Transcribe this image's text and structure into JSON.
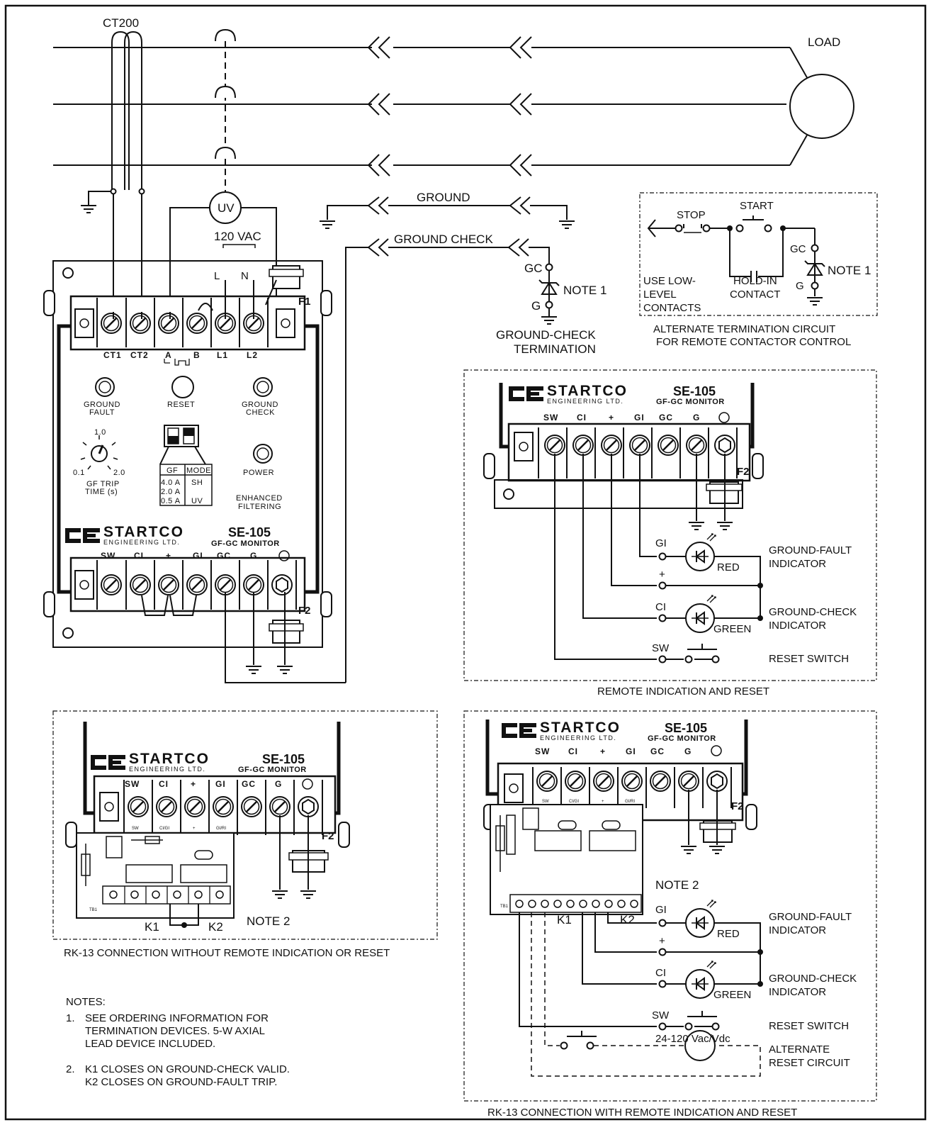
{
  "main": {
    "ct200": "CT200",
    "load": "LOAD",
    "uv": "UV",
    "vac120": "120 VAC",
    "L": "L",
    "N": "N",
    "ground": "GROUND",
    "ground_check": "GROUND CHECK",
    "gc": "GC",
    "g": "G",
    "note1": "NOTE 1",
    "gc_termination_1": "GROUND-CHECK",
    "gc_termination_2": "TERMINATION",
    "f1": "F1",
    "f2": "F2"
  },
  "unit": {
    "top_terminals": [
      "CT1",
      "CT2",
      "A",
      "B",
      "L1",
      "L2"
    ],
    "ground_fault_1": "GROUND",
    "ground_fault_2": "FAULT",
    "reset": "RESET",
    "ground_check_1": "GROUND",
    "ground_check_2": "CHECK",
    "dial_10": "1.0",
    "dial_01": "0.1",
    "dial_20": "2.0",
    "trip_1": "GF TRIP",
    "trip_2": "TIME (s)",
    "power": "POWER",
    "gf_head": "GF",
    "mode_head": "MODE",
    "gf_vals": [
      "4.0 A",
      "2.0 A",
      "0.5 A"
    ],
    "mode_vals": [
      "SH",
      "",
      "UV"
    ],
    "enh_1": "ENHANCED",
    "enh_2": "FILTERING",
    "brand": "STARTCO",
    "brand_sub": "ENGINEERING LTD.",
    "model": "SE-105",
    "model_sub": "GF-GC MONITOR",
    "bottom_terminals": [
      "SW",
      "CI",
      "+",
      "GI",
      "GC",
      "G"
    ]
  },
  "alt_termination": {
    "stop": "STOP",
    "start": "START",
    "use_low_1": "USE LOW-",
    "use_low_2": "LEVEL",
    "use_low_3": "CONTACTS",
    "hold_1": "HOLD-IN",
    "hold_2": "CONTACT",
    "gc": "GC",
    "g": "G",
    "note1": "NOTE 1",
    "caption_1": "ALTERNATE TERMINATION CIRCUIT",
    "caption_2": "FOR REMOTE CONTACTOR CONTROL"
  },
  "remote": {
    "gi": "GI",
    "plus": "+",
    "ci": "CI",
    "sw": "SW",
    "red": "RED",
    "green": "GREEN",
    "gf_ind_1": "GROUND-FAULT",
    "gf_ind_2": "INDICATOR",
    "gc_ind_1": "GROUND-CHECK",
    "gc_ind_2": "INDICATOR",
    "reset_switch": "RESET SWITCH",
    "caption": "REMOTE INDICATION AND RESET"
  },
  "rk13_without": {
    "k1": "K1",
    "k2": "K2",
    "note2": "NOTE 2",
    "tb1": "TB1",
    "pcb_labels": [
      "SW",
      "CI/GI",
      "+",
      "GI/RI"
    ],
    "caption": "RK-13 CONNECTION WITHOUT REMOTE INDICATION OR RESET"
  },
  "rk13_with": {
    "k1": "K1",
    "k2": "K2",
    "note2": "NOTE 2",
    "tb1": "TB1",
    "pcb_labels": [
      "SW",
      "CI/GI",
      "+",
      "GI/RI"
    ],
    "gi": "GI",
    "plus": "+",
    "ci": "CI",
    "sw": "SW",
    "red": "RED",
    "green": "GREEN",
    "gf_ind_1": "GROUND-FAULT",
    "gf_ind_2": "INDICATOR",
    "gc_ind_1": "GROUND-CHECK",
    "gc_ind_2": "INDICATOR",
    "reset_switch": "RESET SWITCH",
    "supply": "24-120 Vac/Vdc",
    "alt_1": "ALTERNATE",
    "alt_2": "RESET CIRCUIT",
    "caption": "RK-13 CONNECTION WITH REMOTE INDICATION AND RESET"
  },
  "notes": {
    "heading": "NOTES:",
    "n1_num": "1.",
    "n1_l1": "SEE ORDERING INFORMATION FOR",
    "n1_l2": "TERMINATION DEVICES.  5-W AXIAL",
    "n1_l3": "LEAD DEVICE  INCLUDED.",
    "n2_num": "2.",
    "n2_l1": "K1 CLOSES ON GROUND-CHECK VALID.",
    "n2_l2": "K2 CLOSES ON GROUND-FAULT TRIP."
  }
}
